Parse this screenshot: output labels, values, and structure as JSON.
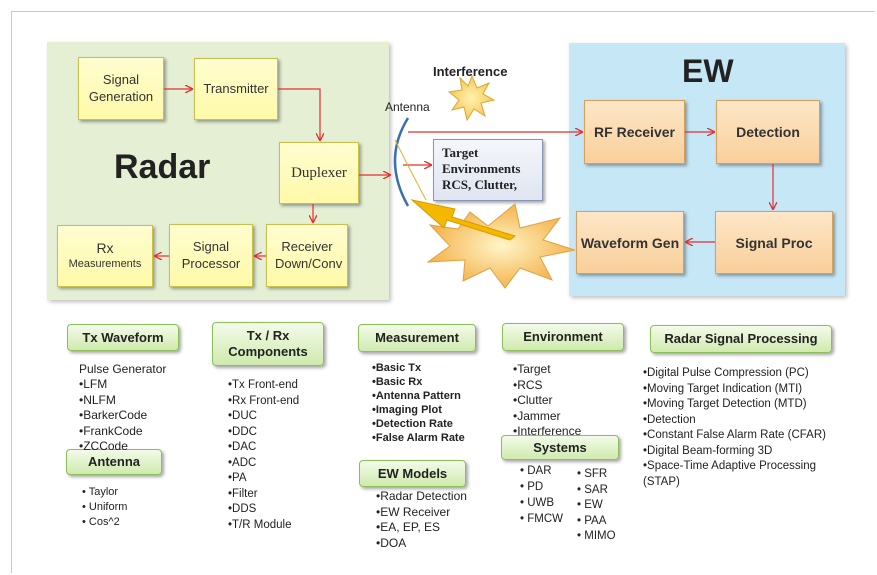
{
  "radar": {
    "title": "Radar",
    "signal_generation": "Signal Generation",
    "transmitter": "Transmitter",
    "duplexer": "Duplexer",
    "rx_measurements_1": "Rx",
    "rx_measurements_2": "Measurements",
    "signal_processor": "Signal Processor",
    "receiver": "Receiver Down/Conv"
  },
  "ew": {
    "title": "EW",
    "rf_receiver": "RF Receiver",
    "detection": "Detection",
    "waveform_gen": "Waveform Gen",
    "signal_proc": "Signal Proc"
  },
  "labels": {
    "interference": "Interference",
    "antenna": "Antenna",
    "target_1": "Target",
    "target_2": "Environments",
    "target_3": "RCS, Clutter,"
  },
  "sections": {
    "tx_waveform": {
      "title": "Tx Waveform",
      "intro": "Pulse Generator",
      "items": [
        "LFM",
        "NLFM",
        "BarkerCode",
        "FrankCode",
        "ZCCode"
      ]
    },
    "antenna": {
      "title": "Antenna",
      "items": [
        "Taylor",
        "Uniform",
        "Cos^2"
      ]
    },
    "txrx_components": {
      "title": "Tx / Rx Components",
      "items": [
        "Tx Front-end",
        "Rx Front-end",
        "DUC",
        "DDC",
        "DAC",
        "ADC",
        "PA",
        "Filter",
        "DDS",
        "T/R Module"
      ]
    },
    "measurement": {
      "title": "Measurement",
      "items": [
        "Basic Tx",
        "Basic Rx",
        "Antenna Pattern",
        "Imaging Plot",
        "Detection Rate",
        "False Alarm Rate"
      ]
    },
    "ew_models": {
      "title": "EW Models",
      "items": [
        "Radar Detection",
        "EW Receiver",
        "EA, EP, ES",
        "DOA"
      ]
    },
    "environment": {
      "title": "Environment",
      "items": [
        "Target",
        "RCS",
        "Clutter",
        "Jammer",
        "Interference"
      ]
    },
    "systems": {
      "title": "Systems",
      "col1": [
        "DAR",
        "PD",
        "UWB",
        "FMCW"
      ],
      "col2": [
        "SFR",
        "SAR",
        "EW",
        "PAA",
        "MIMO"
      ]
    },
    "radar_signal_processing": {
      "title": "Radar Signal Processing",
      "items": [
        "Digital Pulse Compression (PC)",
        "Moving Target Indication (MTI)",
        "Moving Target Detection (MTD)",
        "Detection",
        "Constant False Alarm Rate (CFAR)",
        "Digital Beam-forming 3D",
        "Space-Time Adaptive Processing (STAP)"
      ]
    }
  },
  "colors": {
    "radar_panel": "#e4efd4",
    "ew_panel": "#c6e7f6",
    "yellow_box": "#fffab8",
    "orange_box": "#f9cf9a",
    "green_button": "#d6edbb",
    "arrow_red": "#e03030"
  }
}
